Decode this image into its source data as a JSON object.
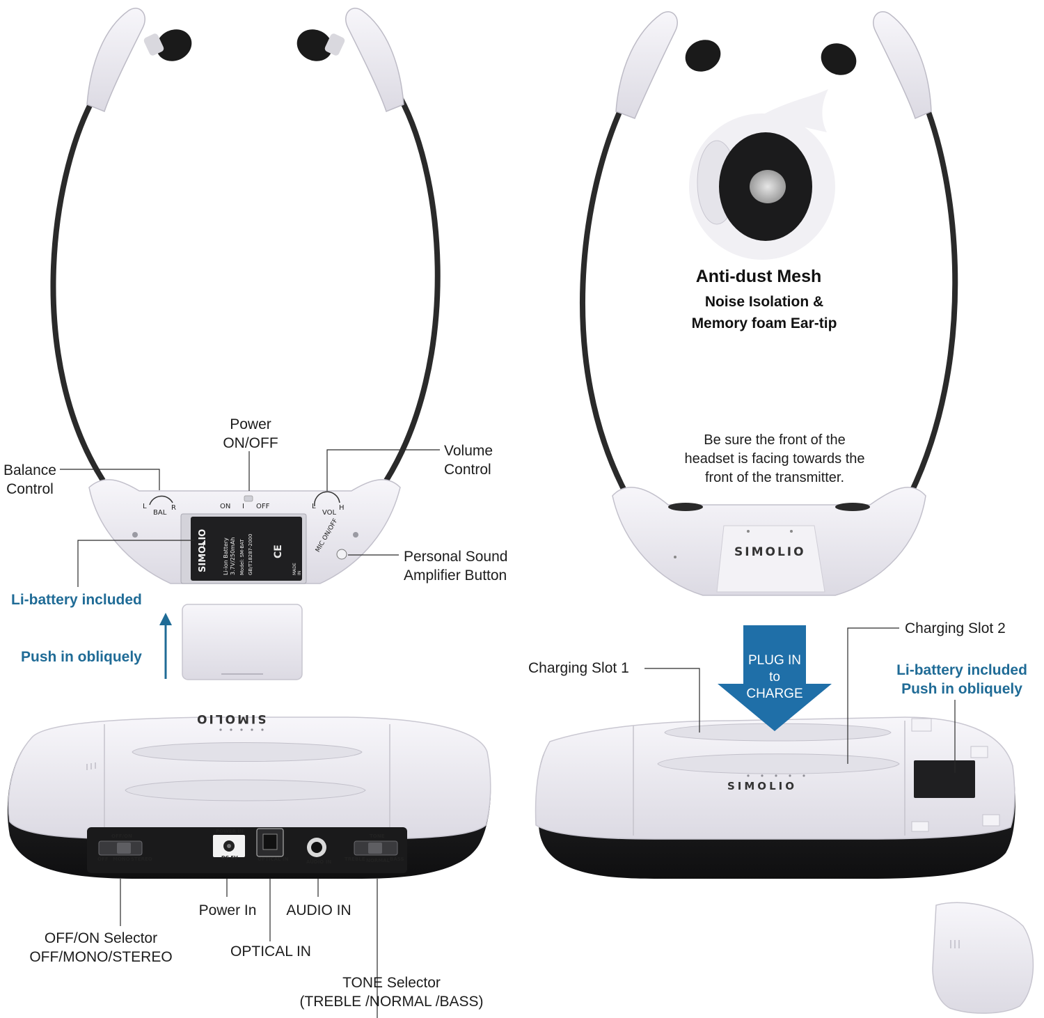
{
  "labels": {
    "power": "Power\nON/OFF",
    "volume": "Volume\nControl",
    "balance": "Balance\nControl",
    "personal_sound": "Personal Sound\nAmplifier Button",
    "li_battery_left": "Li-battery included",
    "push_left": "Push in obliquely",
    "power_in": "Power In",
    "audio_in": "AUDIO IN",
    "optical_in": "OPTICAL IN",
    "off_on_selector": "OFF/ON Selector\nOFF/MONO/STEREO",
    "tone_selector": "TONE Selector\n(TREBLE /NORMAL /BASS)",
    "anti_dust_title": "Anti-dust Mesh",
    "anti_dust_sub": "Noise Isolation &\nMemory foam Ear-tip",
    "front_note": "Be sure the front of the\nheadset is facing towards the\nfront of the transmitter.",
    "charging_slot_1": "Charging Slot 1",
    "charging_slot_2": "Charging Slot 2",
    "plug_in": "PLUG IN\nto\nCHARGE",
    "li_battery_right": "Li-battery included",
    "push_right": "Push in obliquely"
  },
  "device": {
    "brand": "SIMOLIO",
    "brand_mirrored": "SIMOLIO",
    "headset_switch": {
      "on": "ON",
      "mid": "I",
      "off": "OFF"
    },
    "bal": "BAL",
    "vol": "VOL",
    "l": "L",
    "r": "R",
    "h": "H",
    "mic": "MIC ON/OFF",
    "battery_brand": "SIMOLIO",
    "battery_spec": "Li-ion Battery\n3.7V/250mAh",
    "battery_model": "Model: SM-BAT",
    "battery_cert": "GB/T18287-2000",
    "battery_made": "MADE IN CHINA",
    "ports": {
      "offon_title": "OFF/ON",
      "offon_off": "OFF",
      "offon_mono": "MONO",
      "offon_stereo": "STEREO",
      "power_in": "POWER IN",
      "dc": "DC 5V",
      "optical_in": "OPTICAL IN",
      "audio_in": "AUDIO IN",
      "tone_title": "TONE",
      "tone_treble": "TREBLE",
      "tone_normal": "NORMAL",
      "tone_bass": "BASS"
    }
  },
  "colors": {
    "accent_blue": "#1f6b96",
    "arrow_blue": "#1f6fa8",
    "device_white": "#eceaf2",
    "device_black": "#1c1c1e"
  }
}
